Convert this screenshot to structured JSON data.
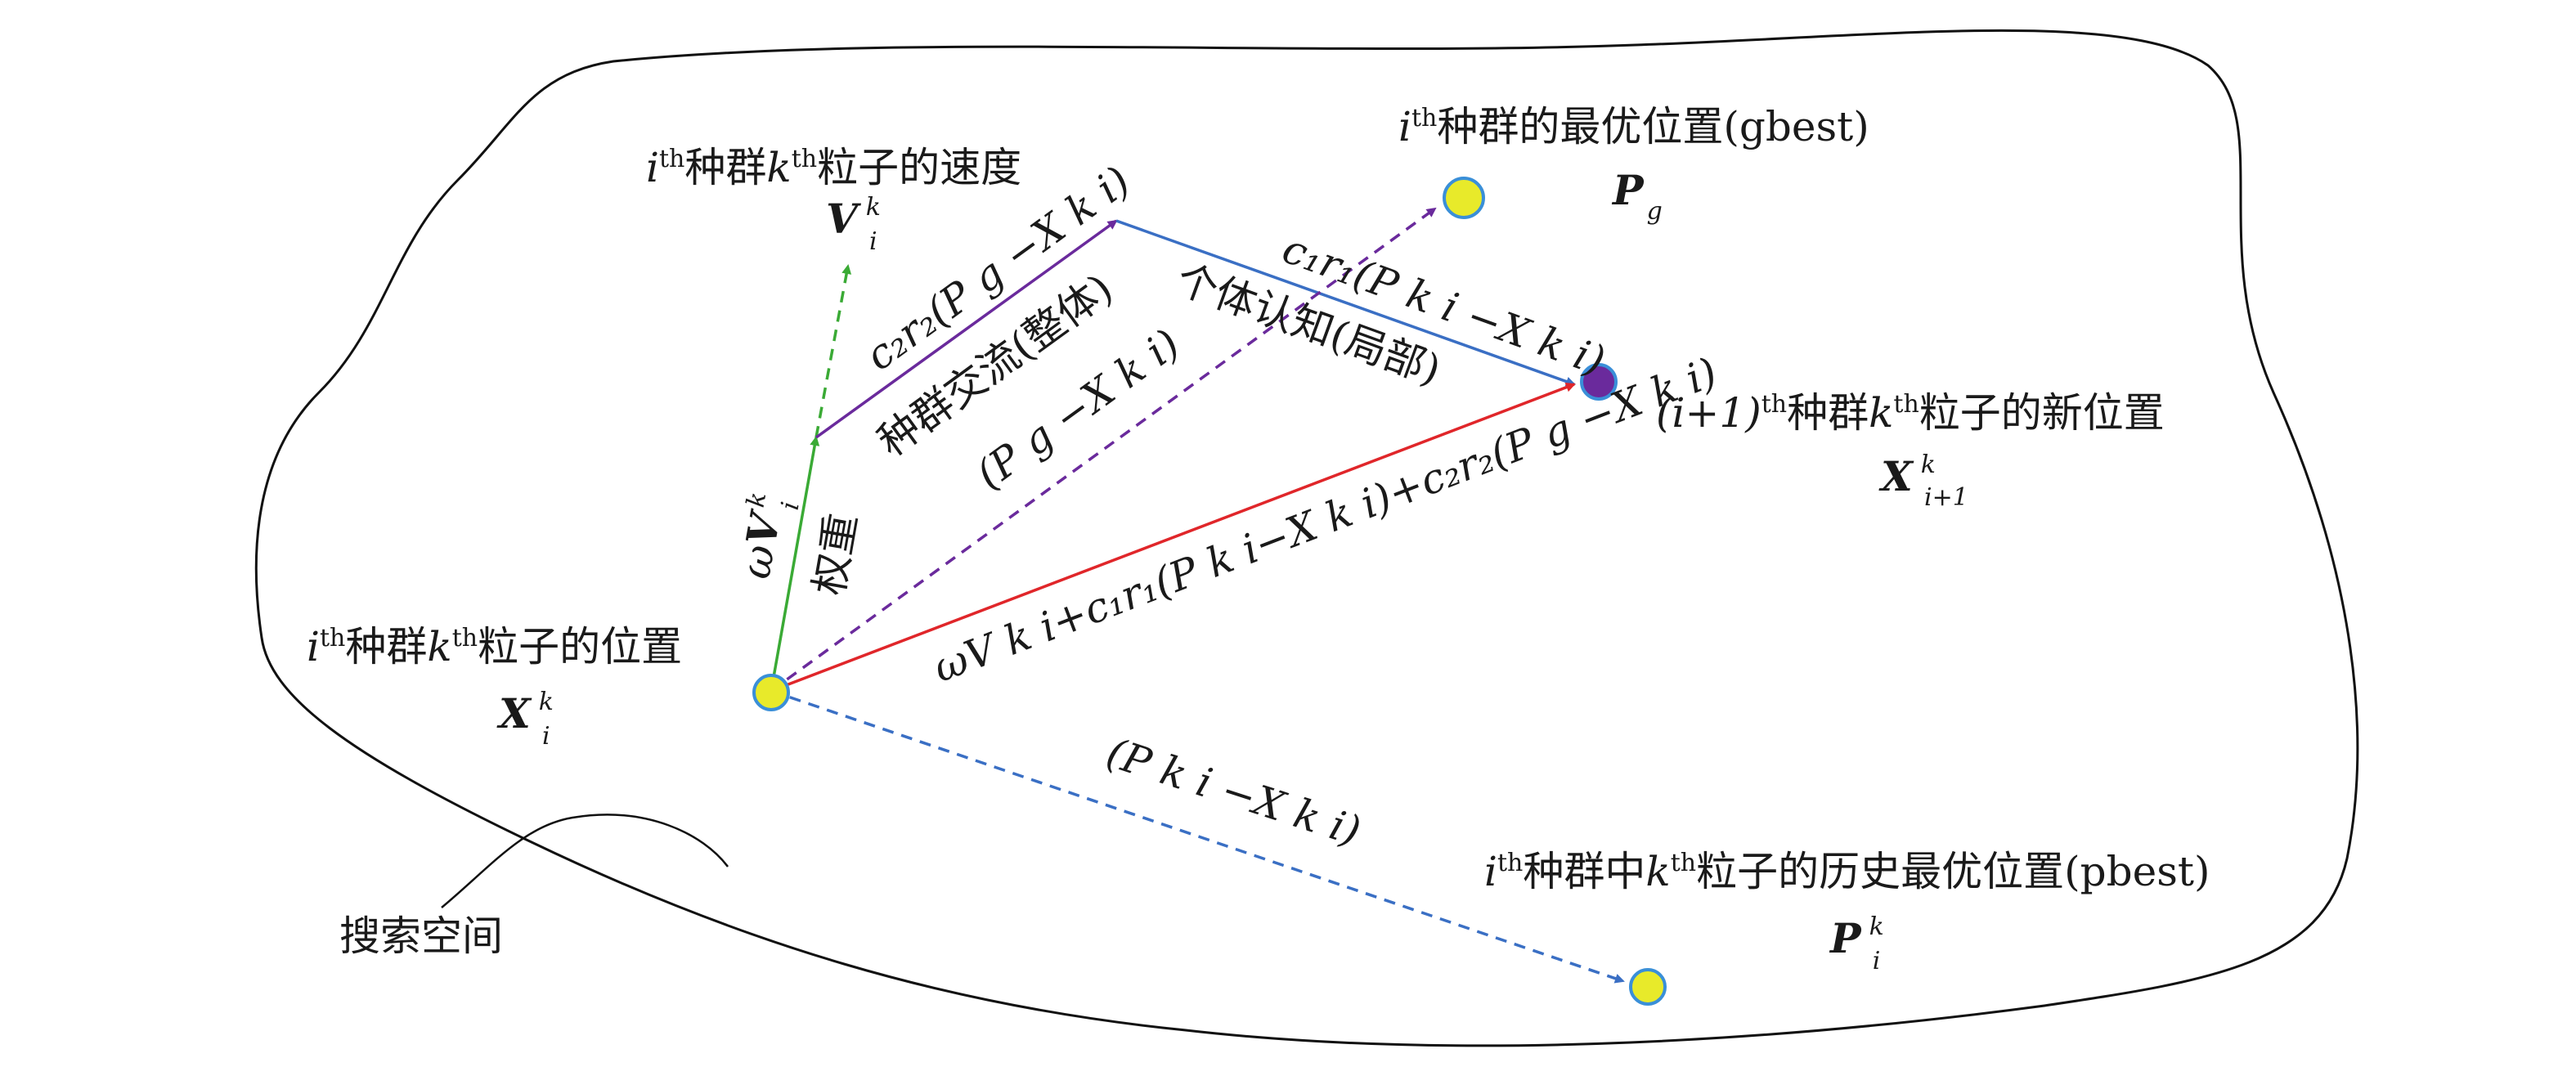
{
  "labels": {
    "velocity": {
      "prefix": "i",
      "mid": "种群",
      "k": "k",
      "rest": "粒子的速度",
      "th": "th"
    },
    "velocity_sym": {
      "main": "V",
      "sup": "k",
      "sub": "i"
    },
    "gbest": {
      "prefix": "i",
      "rest": "种群的最优位置(gbest)",
      "th": "th"
    },
    "gbest_sym": {
      "main": "P",
      "sub": "g"
    },
    "new_pos": {
      "prefix": "(i+1)",
      "mid": "种群",
      "k": "k",
      "rest": "粒子的新位置",
      "th": "th"
    },
    "new_pos_sym": {
      "main": "X",
      "sup": "k",
      "sub": "i+1"
    },
    "current_pos": {
      "prefix": "i",
      "mid": "种群",
      "k": "k",
      "rest": "粒子的位置",
      "th": "th"
    },
    "current_pos_sym": {
      "main": "X",
      "sup": "k",
      "sub": "i"
    },
    "pbest": {
      "prefix": "i",
      "mid": "种群中",
      "k": "k",
      "rest": "粒子的历史最优位置(pbest)",
      "th": "th"
    },
    "pbest_sym": {
      "main": "P",
      "sup": "k",
      "sub": "i"
    },
    "search_space": "搜索空间"
  },
  "annotations": {
    "weight": "权重",
    "weight_term": {
      "omega": "ω",
      "v": "V",
      "sup": "k",
      "sub": "i"
    },
    "social_term": "c₂r₂(P g −X k i)",
    "social_label": "种群交流(整体)",
    "cognitive_term": "c₁r₁(P k i −X k i)",
    "cognitive_label": "个体认知(局部)",
    "pg_minus_x": "(P g −X k i)",
    "combined": "ωV k i+c₁r₁(P k i−X k i)+c₂r₂(P g −X k i)",
    "pi_minus_x": "(P k i −X k i)"
  },
  "colors": {
    "green": "#3aaa35",
    "purple": "#6a2a9c",
    "blue": "#3a6fc4",
    "red": "#e0262a",
    "particle_fill": "#e8ea2a",
    "particle_edge": "#3a8fd8",
    "new_fill": "#6a2a9c"
  }
}
